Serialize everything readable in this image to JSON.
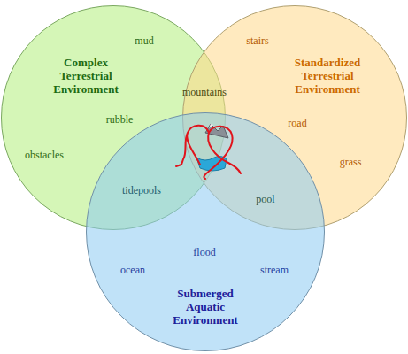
{
  "diagram": {
    "nodes": [
      {
        "text": [
          "Complex Terrestrial Environment"
        ]
      },
      {
        "text": [
          "Standardized Terrestrial Environment"
        ]
      },
      {
        "text": [
          "Submerged Aquatic Environment"
        ]
      }
    ],
    "labels": [
      "mud",
      "stairs",
      "mountains",
      "rubble",
      "road",
      "obstacles",
      "grass",
      "tidepools",
      "pool",
      "flood",
      "ocean",
      "stream"
    ]
  }
}
